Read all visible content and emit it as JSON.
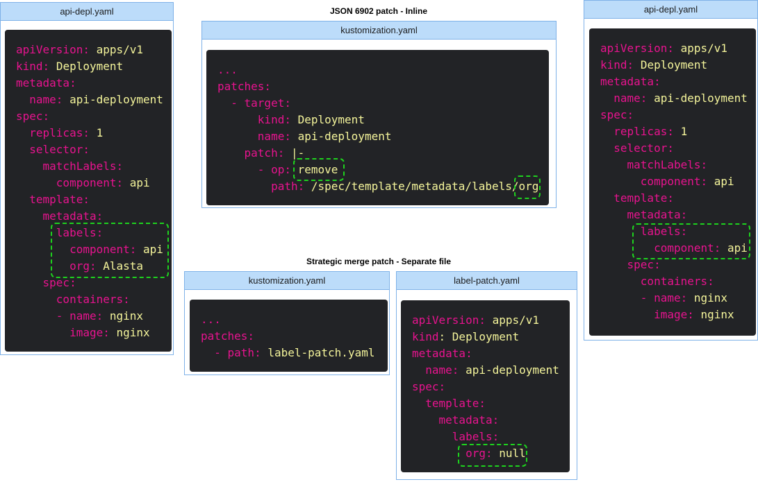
{
  "titles": {
    "inline": "JSON 6902 patch - Inline",
    "separate": "Strategic merge patch - Separate file"
  },
  "colors": {
    "key": "#e8138f",
    "value": "#f5f59b",
    "code_bg": "#222326",
    "header_bg": "#bcdcfa",
    "border": "#7eb1e8",
    "highlight": "#1ed31e"
  },
  "panels": {
    "left": {
      "header": "api-depl.yaml",
      "lines": [
        {
          "indent": "",
          "key": "apiVersion:",
          "val": "apps/v1"
        },
        {
          "indent": "",
          "key": "kind:",
          "val": "Deployment"
        },
        {
          "indent": "",
          "key": "metadata:",
          "val": ""
        },
        {
          "indent": "  ",
          "key": "name:",
          "val": "api-deployment"
        },
        {
          "indent": "",
          "key": "spec:",
          "val": ""
        },
        {
          "indent": "  ",
          "key": "replicas:",
          "val": "1"
        },
        {
          "indent": "  ",
          "key": "selector:",
          "val": ""
        },
        {
          "indent": "    ",
          "key": "matchLabels:",
          "val": ""
        },
        {
          "indent": "      ",
          "key": "component:",
          "val": "api"
        },
        {
          "indent": "  ",
          "key": "template:",
          "val": ""
        },
        {
          "indent": "    ",
          "key": "metadata:",
          "val": ""
        },
        {
          "indent": "      ",
          "key": "labels:",
          "val": ""
        },
        {
          "indent": "        ",
          "key": "component:",
          "val": "api"
        },
        {
          "indent": "        ",
          "key": "org:",
          "val": "Alasta"
        },
        {
          "indent": "    ",
          "key": "spec:",
          "val": ""
        },
        {
          "indent": "      ",
          "key": "containers:",
          "val": ""
        },
        {
          "indent": "      ",
          "key": "- name:",
          "val": "nginx"
        },
        {
          "indent": "        ",
          "key": "image:",
          "val": "nginx"
        }
      ]
    },
    "inline_kustomization": {
      "header": "kustomization.yaml",
      "lines": [
        {
          "indent": "",
          "key": "...",
          "val": ""
        },
        {
          "indent": "",
          "key": "patches:",
          "val": ""
        },
        {
          "indent": "  ",
          "key": "- target:",
          "val": ""
        },
        {
          "indent": "      ",
          "key": "kind:",
          "val": "Deployment"
        },
        {
          "indent": "      ",
          "key": "name:",
          "val": "api-deployment"
        },
        {
          "indent": "    ",
          "key": "patch:",
          "val": "|-"
        },
        {
          "indent": "      ",
          "key": "- op:",
          "val": "remove"
        },
        {
          "indent": "        ",
          "key": "path:",
          "val": "/spec/template/metadata/labels/org"
        }
      ]
    },
    "separate_kustomization": {
      "header": "kustomization.yaml",
      "lines": [
        {
          "indent": "",
          "key": "...",
          "val": ""
        },
        {
          "indent": "",
          "key": "patches:",
          "val": ""
        },
        {
          "indent": "  ",
          "key": "- path:",
          "val": "label-patch.yaml"
        }
      ]
    },
    "label_patch": {
      "header": "label-patch.yaml",
      "lines": [
        {
          "indent": "",
          "key": "apiVersion:",
          "val": "apps/v1"
        },
        {
          "indent": "",
          "key": "kind",
          "val": ": Deployment",
          "plain": true
        },
        {
          "indent": "",
          "key": "metadata:",
          "val": ""
        },
        {
          "indent": "  ",
          "key": "name:",
          "val": "api-deployment"
        },
        {
          "indent": "",
          "key": "spec:",
          "val": ""
        },
        {
          "indent": "  ",
          "key": "template:",
          "val": ""
        },
        {
          "indent": "    ",
          "key": "metadata:",
          "val": ""
        },
        {
          "indent": "      ",
          "key": "labels:",
          "val": ""
        },
        {
          "indent": "        ",
          "key": "org:",
          "val": "null"
        }
      ]
    },
    "right": {
      "header": "api-depl.yaml",
      "lines": [
        {
          "indent": "",
          "key": "apiVersion:",
          "val": "apps/v1"
        },
        {
          "indent": "",
          "key": "kind:",
          "val": "Deployment"
        },
        {
          "indent": "",
          "key": "metadata:",
          "val": ""
        },
        {
          "indent": "  ",
          "key": "name:",
          "val": "api-deployment"
        },
        {
          "indent": "",
          "key": "spec:",
          "val": ""
        },
        {
          "indent": "  ",
          "key": "replicas:",
          "val": "1"
        },
        {
          "indent": "  ",
          "key": "selector:",
          "val": ""
        },
        {
          "indent": "    ",
          "key": "matchLabels:",
          "val": ""
        },
        {
          "indent": "      ",
          "key": "component:",
          "val": "api"
        },
        {
          "indent": "  ",
          "key": "template:",
          "val": ""
        },
        {
          "indent": "    ",
          "key": "metadata:",
          "val": ""
        },
        {
          "indent": "      ",
          "key": "labels:",
          "val": ""
        },
        {
          "indent": "        ",
          "key": "component:",
          "val": "api"
        },
        {
          "indent": "    ",
          "key": "spec:",
          "val": ""
        },
        {
          "indent": "      ",
          "key": "containers:",
          "val": ""
        },
        {
          "indent": "      ",
          "key": "- name:",
          "val": "nginx"
        },
        {
          "indent": "        ",
          "key": "image:",
          "val": "nginx"
        }
      ]
    }
  }
}
